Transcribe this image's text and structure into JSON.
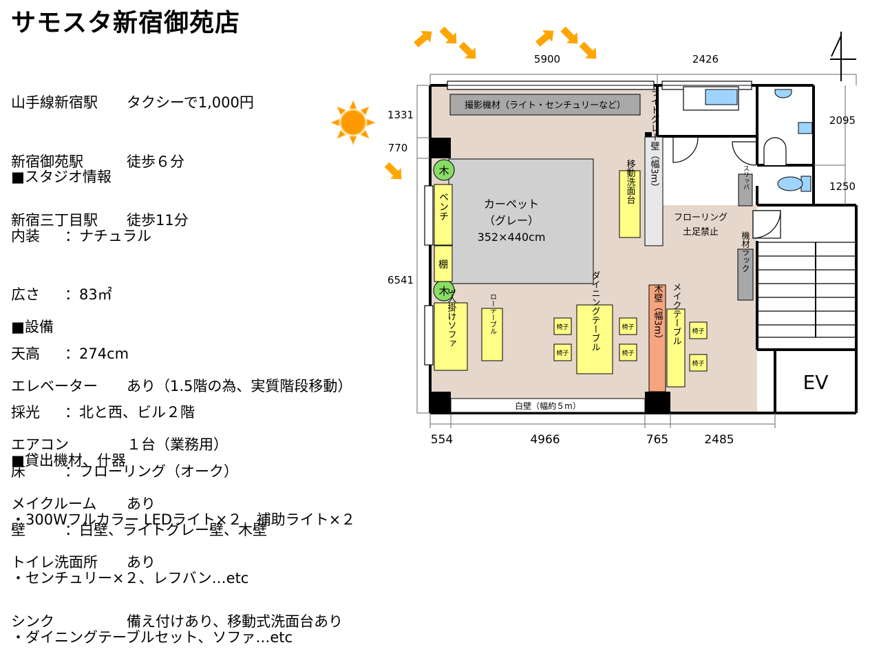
{
  "title": "サモスタ新宿御苑店",
  "access": [
    {
      "station": "山手線新宿駅",
      "detail": "タクシーで1,000円"
    },
    {
      "station": "新宿御苑駅",
      "detail": "徒歩６分"
    },
    {
      "station": "新宿三丁目駅",
      "detail": "徒歩11分"
    }
  ],
  "studio": {
    "heading": "■スタジオ情報",
    "rows": [
      {
        "key": "内装",
        "value": "：ナチュラル"
      },
      {
        "key": "広さ",
        "value": "：83㎡"
      },
      {
        "key": "天高",
        "value": "：274cm"
      },
      {
        "key": "採光",
        "value": "：北と西、ビル２階"
      },
      {
        "key": "床",
        "value": "：フローリング（オーク）"
      },
      {
        "key": "壁",
        "value": "：白壁、ライトグレー壁、木壁"
      }
    ]
  },
  "equipment": {
    "heading": "■設備",
    "rows": [
      {
        "key": "エレベーター",
        "value": "あり（1.5階の為、実質階段移動）"
      },
      {
        "key": "エアコン",
        "value": "１台（業務用）"
      },
      {
        "key": "メイクルーム",
        "value": "あり"
      },
      {
        "key": "トイレ洗面所",
        "value": "あり"
      },
      {
        "key": "シンク",
        "value": "備え付けあり、移動式洗面台あり"
      }
    ]
  },
  "rental": {
    "heading": "■貸出機材、什器",
    "lines": [
      "・300Wフルカラー LEDライト×２　補助ライト×２",
      "・センチュリー×２、レフバン…etc",
      "・ダイニングテーブルセット、ソファ…etc"
    ]
  },
  "plan": {
    "dims_top": [
      "5900",
      "2426"
    ],
    "dims_right": [
      "2095",
      "1250"
    ],
    "dims_left": [
      "1331",
      "770",
      "6541"
    ],
    "dims_bottom": [
      "554",
      "4966",
      "765",
      "2485"
    ],
    "labels": {
      "equipment_shelf": "撮影機材（ライト・センチュリーなど）",
      "carpet": [
        "カーペット",
        "（グレー）",
        "352×440cm"
      ],
      "bench": "ベンチ",
      "shelf": "棚",
      "wood_mark": "木",
      "sofa": "3人掛けソファ",
      "low_table": "ローテーブル",
      "chair": "椅子",
      "dining_table": "ダイニングテーブル",
      "wood_wall": "木壁（幅3m）",
      "make_table": "メイクテーブル",
      "gray_wall": "ライトグレー壁（幅3m）",
      "mobile_sink": "移動洗面台",
      "flooring": [
        "フローリング",
        "土足禁止"
      ],
      "slipper": "スリッパ",
      "equip_rack": "機材ラック",
      "white_wall": "白壁（幅約５m）",
      "ev": "EV"
    }
  },
  "colors": {
    "floor": "#e6d7cc",
    "carpet": "#d0d0d0",
    "furniture": "#ffff88",
    "wood_wall": "#f4a57e",
    "gray_shelf": "#a8a8a8",
    "sun": "#ff9900",
    "arrow": "#ffa500",
    "tree": "#88dd66",
    "water": "#9fd4ff"
  }
}
